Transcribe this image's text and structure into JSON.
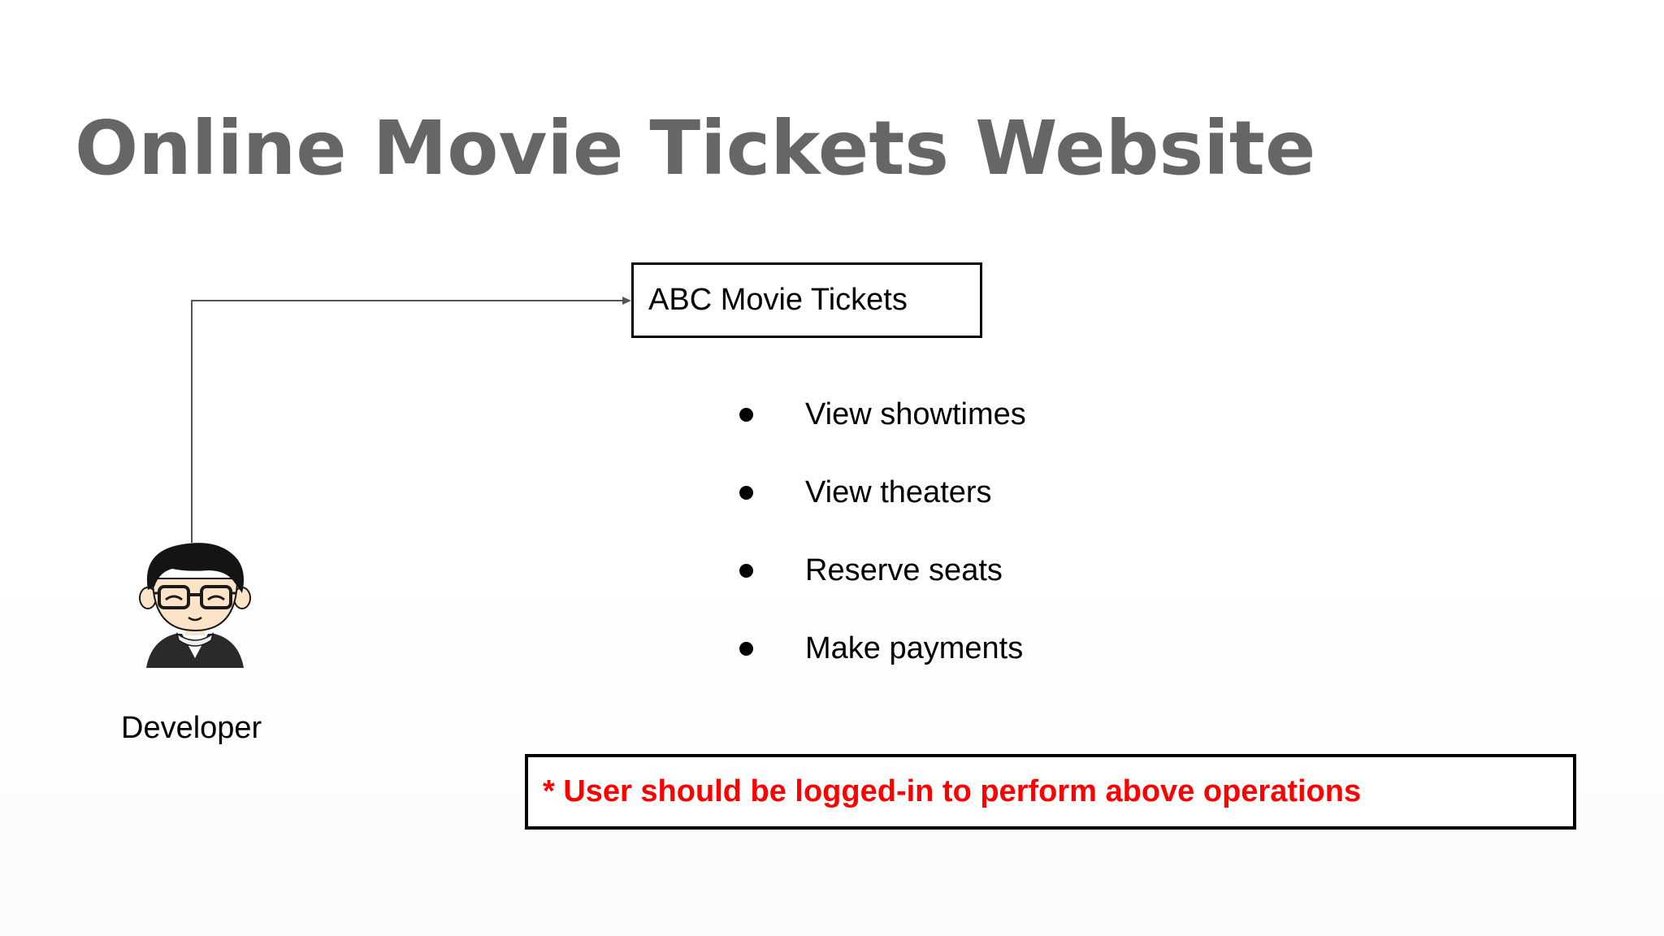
{
  "slide": {
    "title": "Online Movie Tickets Website",
    "website_box_label": "ABC Movie Tickets",
    "features": [
      "View showtimes",
      "View theaters",
      "Reserve seats",
      "Make payments"
    ],
    "actor_label": "Developer",
    "note": "* User should be logged-in to perform above operations"
  },
  "icons": {
    "actor": "developer-avatar-icon",
    "connector": "arrow-connector"
  },
  "colors": {
    "title": "#666666",
    "note": "#ff0000",
    "border": "#000000",
    "connector": "#555555"
  }
}
